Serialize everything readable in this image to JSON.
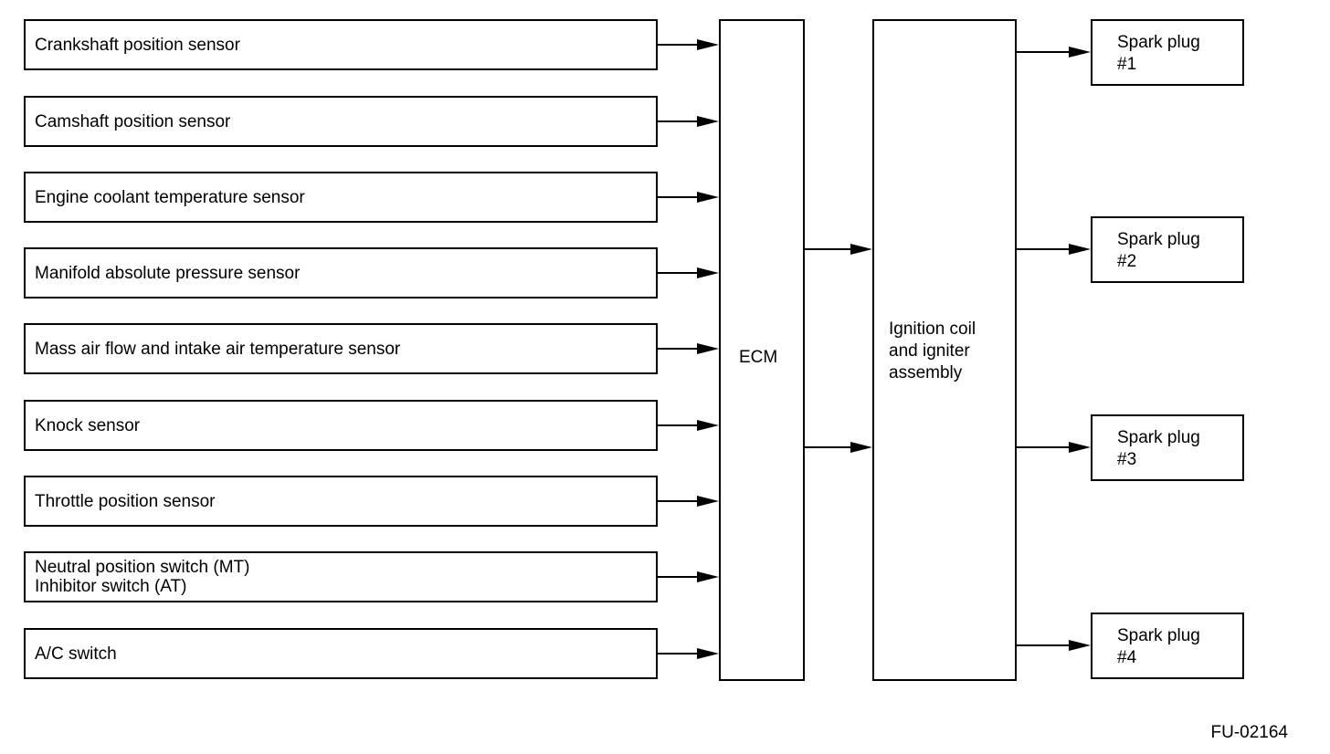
{
  "diagram": {
    "sensors": [
      {
        "label": "Crankshaft position sensor"
      },
      {
        "label": "Camshaft position sensor"
      },
      {
        "label": "Engine coolant temperature sensor"
      },
      {
        "label": "Manifold absolute pressure sensor"
      },
      {
        "label": "Mass air flow and intake air temperature sensor"
      },
      {
        "label": "Knock sensor"
      },
      {
        "label": "Throttle position sensor"
      },
      {
        "label": "Neutral position switch (MT)\nInhibitor switch (AT)"
      },
      {
        "label": "A/C switch"
      }
    ],
    "ecm": {
      "label": "ECM"
    },
    "ignition": {
      "label": "Ignition coil\nand igniter\nassembly"
    },
    "spark_plugs": [
      {
        "label": "Spark plug\n#1"
      },
      {
        "label": "Spark plug\n#2"
      },
      {
        "label": "Spark plug\n#3"
      },
      {
        "label": "Spark plug\n#4"
      }
    ],
    "figure_code": "FU-02164"
  }
}
